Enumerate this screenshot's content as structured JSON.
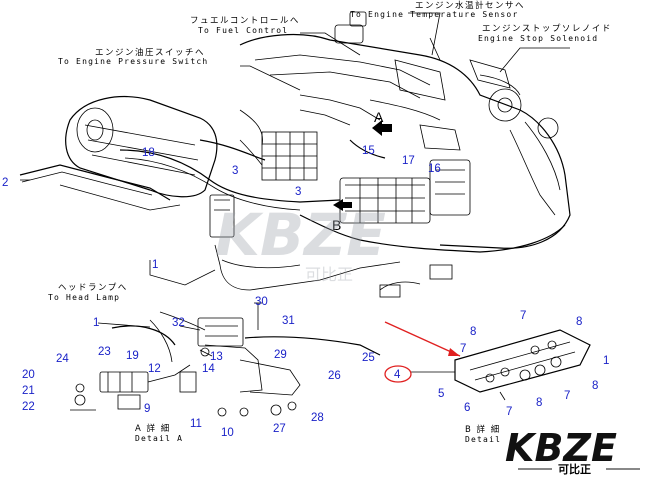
{
  "labels": {
    "temp_sensor_jp": "エンジン水温計センサへ",
    "temp_sensor_en": "To Engine Temperature Sensor",
    "fuel_control_jp": "フュエルコントロールへ",
    "fuel_control_en": "To Fuel Control",
    "stop_solenoid_jp": "エンジンストップソレノイド",
    "stop_solenoid_en": "Engine Stop Solenoid",
    "pressure_switch_jp": "エンジン油圧スイッチへ",
    "pressure_switch_en": "To Engine Pressure Switch",
    "head_lamp_jp": "ヘッドランプへ",
    "head_lamp_en": "To Head Lamp",
    "detail_a_jp": "A 詳 細",
    "detail_a_en": "Detail A",
    "detail_b_jp": "B 詳 細",
    "detail_b_en": "Detail",
    "view_a": "A",
    "view_b": "B"
  },
  "parts": {
    "p1a": "1",
    "p1b": "1",
    "p1c": "1",
    "p2": "2",
    "p3a": "3",
    "p3b": "3",
    "p4": "4",
    "p5": "5",
    "p6": "6",
    "p7a": "7",
    "p7b": "7",
    "p7c": "7",
    "p7d": "7",
    "p8a": "8",
    "p8b": "8",
    "p8c": "8",
    "p8d": "8",
    "p9": "9",
    "p10": "10",
    "p11": "11",
    "p12": "12",
    "p13": "13",
    "p14": "14",
    "p15": "15",
    "p16": "16",
    "p17": "17",
    "p18": "18",
    "p19": "19",
    "p20": "20",
    "p21": "21",
    "p22": "22",
    "p23": "23",
    "p24": "24",
    "p25": "25",
    "p26": "26",
    "p27": "27",
    "p28": "28",
    "p29": "29",
    "p30": "30",
    "p31": "31",
    "p32": "32"
  },
  "watermark": {
    "brand": "KBZE",
    "sub": "可比正"
  },
  "logo": {
    "brand": "KBZE",
    "sub": "可比正"
  },
  "colors": {
    "part_numbers": "#1a22c8",
    "highlight": "#e02020",
    "line": "#000000"
  }
}
